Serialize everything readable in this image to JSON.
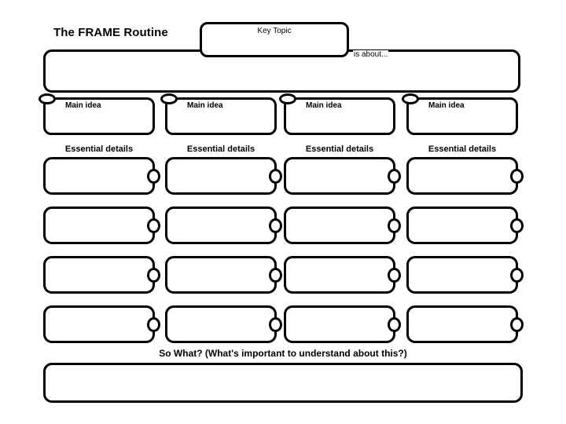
{
  "page": {
    "title": "The FRAME Routine",
    "background_color": "#ffffff",
    "line_color": "#000000"
  },
  "key_topic": {
    "label": "Key Topic",
    "value": ""
  },
  "is_about": {
    "label": "is about...",
    "value": ""
  },
  "columns": [
    {
      "main_idea": {
        "label": "Main idea",
        "value": "",
        "bullet_icon": "oval-bullet-icon"
      },
      "details_header": "Essential details",
      "details": [
        {
          "value": "",
          "marker_icon": "oval-connector-icon"
        },
        {
          "value": "",
          "marker_icon": "oval-connector-icon"
        },
        {
          "value": "",
          "marker_icon": "oval-connector-icon"
        },
        {
          "value": "",
          "marker_icon": "oval-connector-icon"
        }
      ]
    },
    {
      "main_idea": {
        "label": "Main idea",
        "value": "",
        "bullet_icon": "oval-bullet-icon"
      },
      "details_header": "Essential details",
      "details": [
        {
          "value": "",
          "marker_icon": "oval-connector-icon"
        },
        {
          "value": "",
          "marker_icon": "oval-connector-icon"
        },
        {
          "value": "",
          "marker_icon": "oval-connector-icon"
        },
        {
          "value": "",
          "marker_icon": "oval-connector-icon"
        }
      ]
    },
    {
      "main_idea": {
        "label": "Main idea",
        "value": "",
        "bullet_icon": "oval-bullet-icon"
      },
      "details_header": "Essential details",
      "details": [
        {
          "value": "",
          "marker_icon": "oval-connector-icon"
        },
        {
          "value": "",
          "marker_icon": "oval-connector-icon"
        },
        {
          "value": "",
          "marker_icon": "oval-connector-icon"
        },
        {
          "value": "",
          "marker_icon": "oval-connector-icon"
        }
      ]
    },
    {
      "main_idea": {
        "label": "Main idea",
        "value": "",
        "bullet_icon": "oval-bullet-icon"
      },
      "details_header": "Essential details",
      "details": [
        {
          "value": "",
          "marker_icon": "oval-connector-icon"
        },
        {
          "value": "",
          "marker_icon": "oval-connector-icon"
        },
        {
          "value": "",
          "marker_icon": "oval-connector-icon"
        },
        {
          "value": "",
          "marker_icon": "oval-connector-icon"
        }
      ]
    }
  ],
  "so_what": {
    "label": "So What? (What's important to understand about this?)",
    "value": ""
  }
}
